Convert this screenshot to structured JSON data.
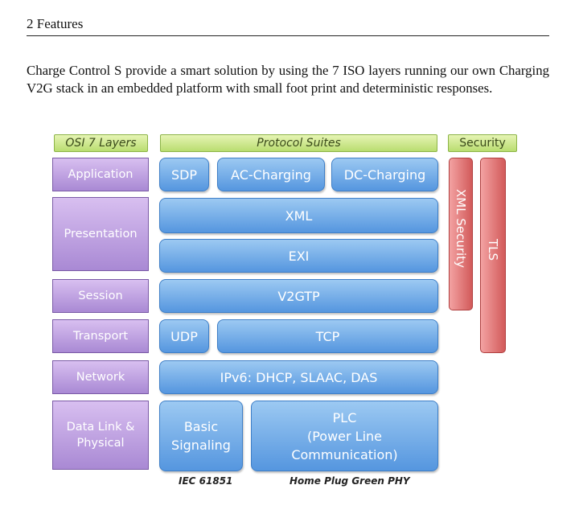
{
  "section": {
    "title": "2 Features"
  },
  "intro": "Charge Control S provide a smart solution by using the 7 ISO layers running our own Charging V2G stack in an embedded platform with small foot print and deterministic responses.",
  "diagram": {
    "headers": {
      "osi": "OSI 7 Layers",
      "protocols": "Protocol Suites",
      "security": "Security"
    },
    "layers": {
      "application": "Application",
      "presentation": "Presentation",
      "session": "Session",
      "transport": "Transport",
      "network": "Network",
      "datalink_line1": "Data Link &",
      "datalink_line2": "Physical"
    },
    "protocols": {
      "sdp": "SDP",
      "ac": "AC-Charging",
      "dc": "DC-Charging",
      "xml": "XML",
      "exi": "EXI",
      "v2gtp": "V2GTP",
      "udp": "UDP",
      "tcp": "TCP",
      "ipv6": "IPv6: DHCP, SLAAC, DAS",
      "basic_line1": "Basic",
      "basic_line2": "Signaling",
      "plc_line1": "PLC",
      "plc_line2": "(Power Line",
      "plc_line3": "Communication)"
    },
    "security": {
      "xml_security": "XML Security",
      "tls": "TLS"
    },
    "captions": {
      "iec": "IEC 61851",
      "homeplug": "Home Plug Green PHY"
    },
    "colors": {
      "osi": "#b596dc",
      "protocol": "#6aa6e6",
      "security": "#e07272",
      "header": "#cde993"
    }
  }
}
